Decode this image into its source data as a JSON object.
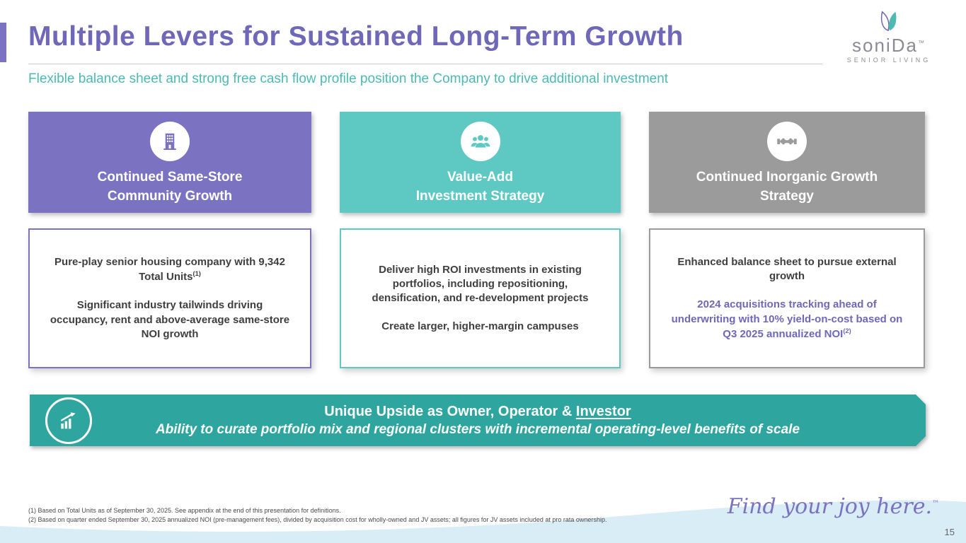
{
  "slide": {
    "title": "Multiple Levers for Sustained Long-Term Growth",
    "subtitle": "Flexible balance sheet and strong free cash flow profile position the Company to drive additional investment"
  },
  "logo": {
    "brand": "soniDa",
    "tm": "™",
    "sub": "SENIOR LIVING"
  },
  "colors": {
    "purple": "#7b72c1",
    "teal": "#5ec9c3",
    "gray": "#9b9b9b",
    "banner_teal": "#2ea69f",
    "title_purple": "#6f67b8",
    "subtitle_teal": "#4db9b3",
    "wave_blue": "#d8edf5"
  },
  "columns": [
    {
      "icon": "building-icon",
      "header_line1": "Continued Same-Store",
      "header_line2": "Community Growth",
      "body": {
        "p1": "Pure-play senior housing company with 9,342 Total Units",
        "p1_sup": "(1)",
        "p2": "Significant industry tailwinds driving occupancy, rent and above-average same-store NOI growth"
      }
    },
    {
      "icon": "people-icon",
      "header_line1": "Value-Add",
      "header_line2": "Investment Strategy",
      "body": {
        "p1": "Deliver high ROI investments in existing portfolios,  including repositioning, densification, and re-development projects",
        "p2": "Create larger, higher-margin campuses"
      }
    },
    {
      "icon": "handshake-icon",
      "header_line1": "Continued Inorganic Growth",
      "header_line2": "Strategy",
      "body": {
        "p1": "Enhanced balance sheet to pursue external growth",
        "p2": "2024 acquisitions tracking ahead of underwriting with 10% yield-on-cost based on Q3 2025 annualized NOI",
        "p2_sup": "(2)"
      }
    }
  ],
  "banner": {
    "icon": "growth-chart-icon",
    "line1_prefix": "Unique Upside as Owner, Operator & ",
    "line1_underlined": "Investor",
    "line2": "Ability to curate portfolio mix and regional clusters with incremental operating-level benefits of scale"
  },
  "footnotes": [
    "(1) Based on Total Units as of September 30, 2025. See appendix at the end of this presentation for definitions.",
    "(2) Based on quarter ended September 30, 2025 annualized NOI (pre-management fees), divided by acquisition cost for wholly-owned and JV assets; all figures for JV assets included at pro rata ownership."
  ],
  "footer": {
    "tagline": "Find your joy here.",
    "tagline_tm": "™",
    "page_number": "15"
  }
}
